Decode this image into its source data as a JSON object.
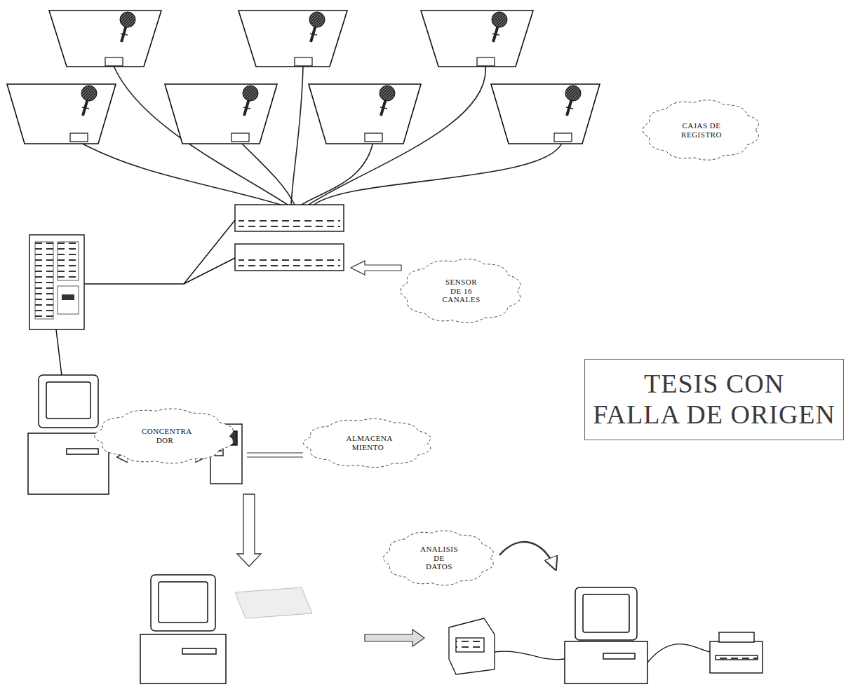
{
  "diagram": {
    "nodes": [
      {
        "text": [
          "CAJAS DE REGISTRO"
        ]
      },
      {
        "text": [
          "SENSOR DE 16 CANALES"
        ]
      },
      {
        "text": [
          "TESIS CON",
          "FALLA DE ORIGEN"
        ]
      },
      {
        "text": [
          "CONCENTRA DOR"
        ]
      },
      {
        "text": [
          "ALMACENA MIENTO"
        ]
      },
      {
        "text": [
          "ANALISIS DE DATOS"
        ]
      }
    ]
  }
}
